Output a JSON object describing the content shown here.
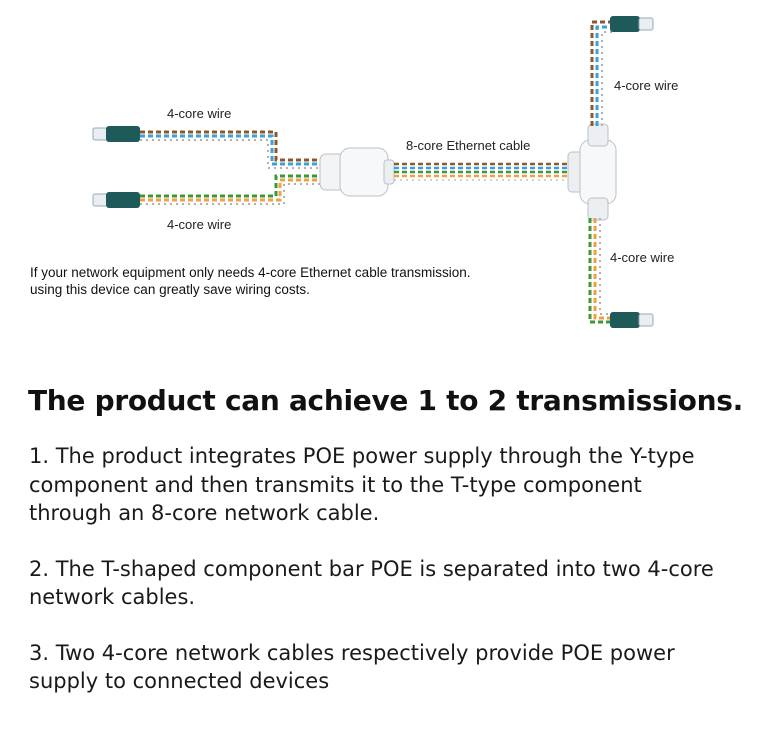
{
  "diagram": {
    "labels": {
      "wire_left_top": "4-core wire",
      "wire_left_bottom": "4-core wire",
      "ethernet_cable": "8-core Ethernet cable",
      "wire_right_top": "4-core wire",
      "wire_right_bottom": "4-core wire"
    },
    "wire_colors": {
      "brown": "#8b5a2b",
      "blue": "#3aa0dc",
      "green": "#3a9a3a",
      "orange": "#f0a040",
      "connector": "#1e5a5a"
    },
    "note": [
      "If your network equipment only needs 4-core Ethernet cable transmission.",
      "using this device can greatly save wiring costs."
    ]
  },
  "headline": "The product can achieve 1 to 2 transmissions.",
  "steps": [
    [
      "1. The product integrates POE power supply through the Y-type",
      "component and then transmits it to the T-type component",
      "through an 8-core network cable."
    ],
    [
      "2. The T-shaped component bar POE is separated into two 4-core",
      "network cables."
    ],
    [
      "3. Two 4-core network cables respectively provide POE power",
      "supply to connected devices"
    ]
  ]
}
